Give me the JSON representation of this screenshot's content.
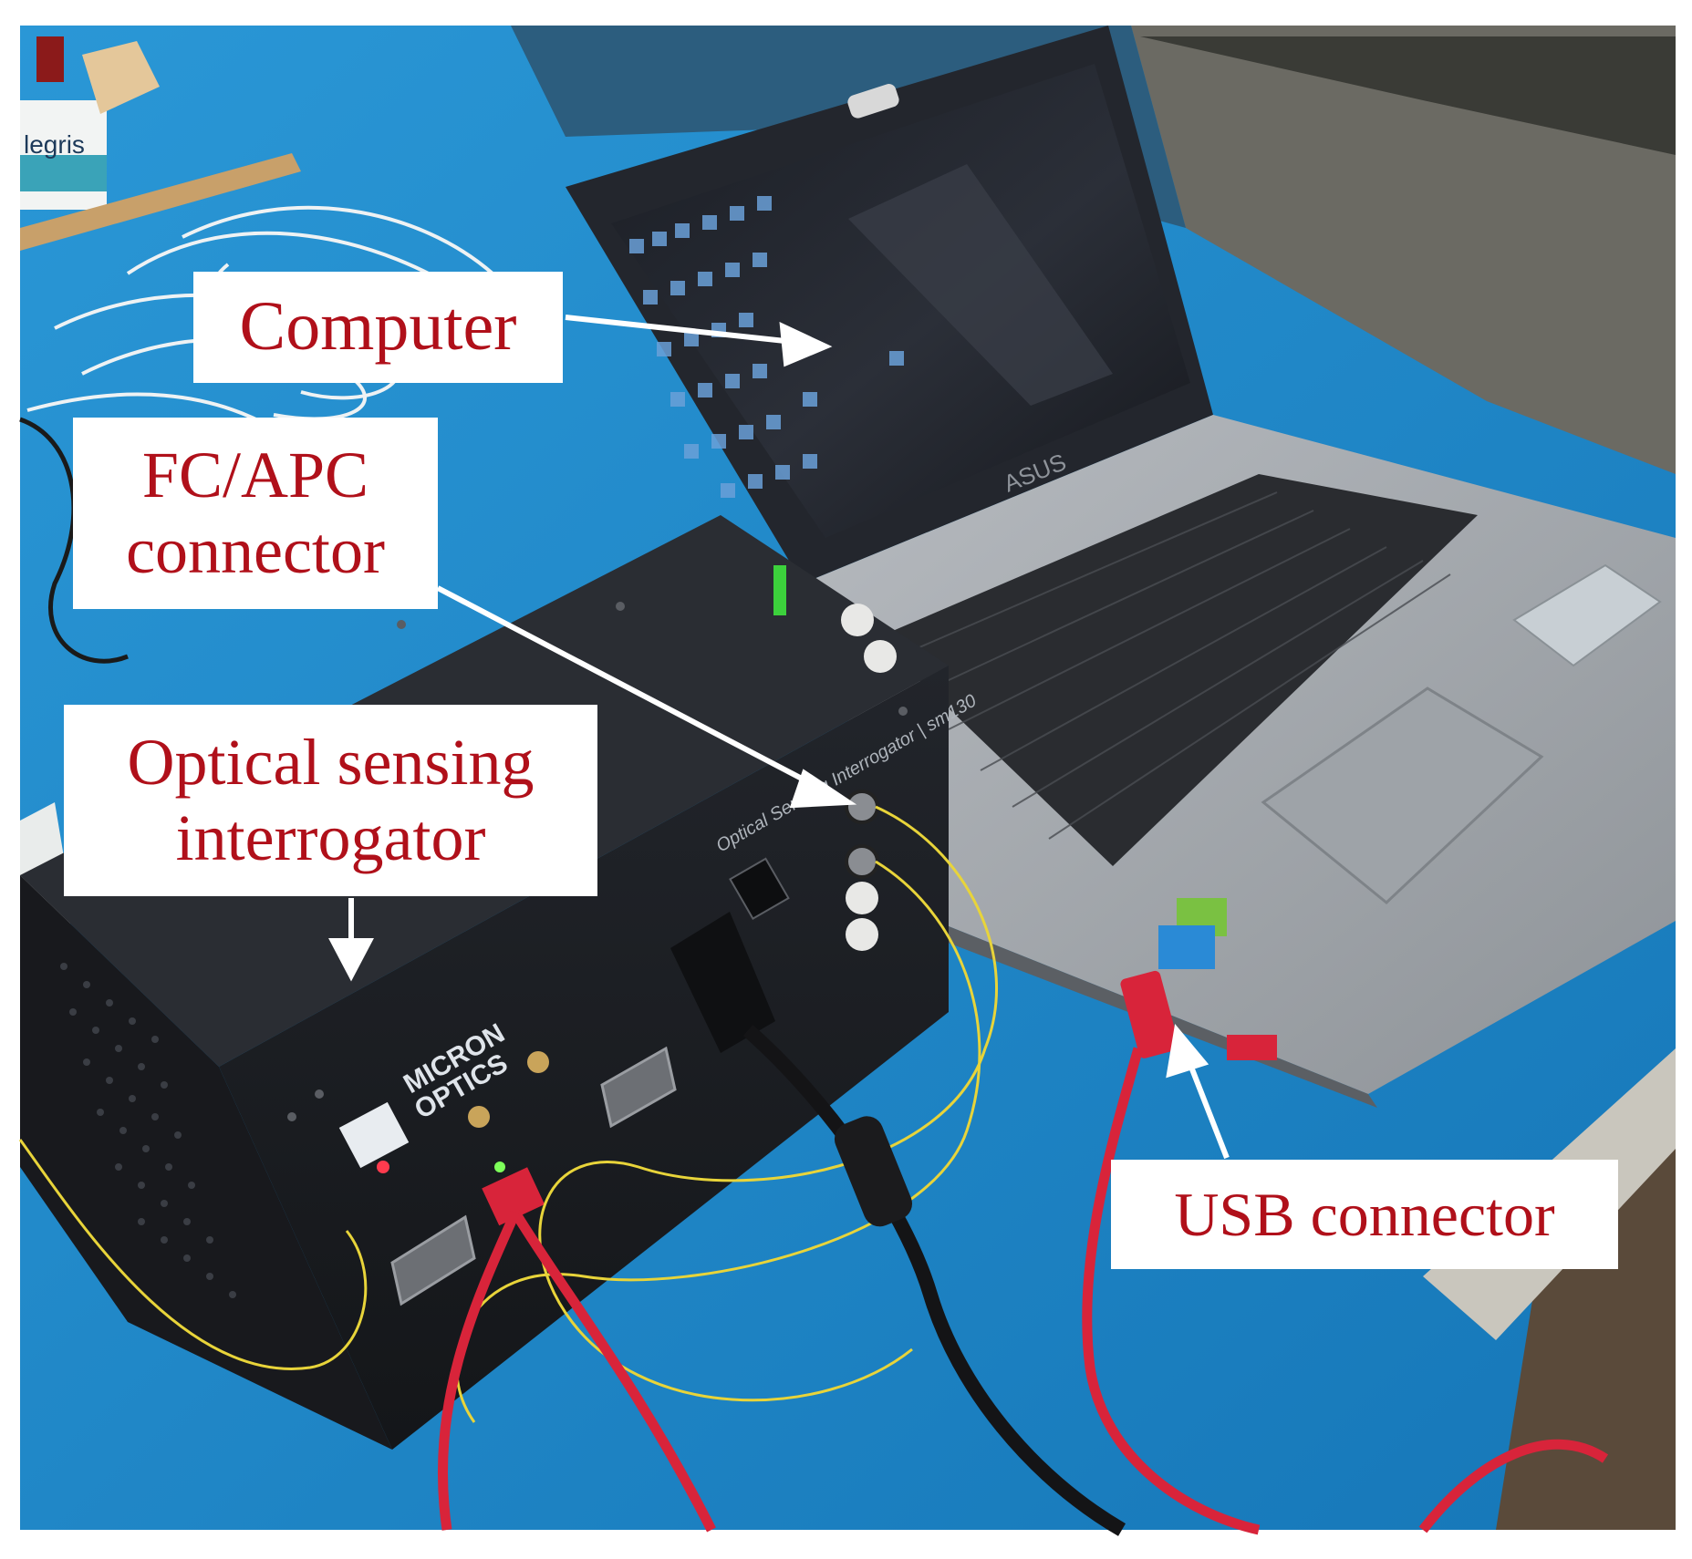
{
  "labels": {
    "computer": "Computer",
    "fc_apc_line1": "FC/APC",
    "fc_apc_line2": "connector",
    "osi_line1": "Optical sensing",
    "osi_line2": "interrogator",
    "usb": "USB connector"
  },
  "device_markings": {
    "brand_line1": "MICRON",
    "brand_line2": "OPTICS",
    "front_panel": "Optical Sensing Interrogator | sm130",
    "laptop_brand": "ASUS",
    "box_label": "legris"
  },
  "colors": {
    "label_text": "#b0101a",
    "table": "#1f8fd0",
    "interrogator": "#1a1c20",
    "laptop": "#9da2a8",
    "usb_cable": "#d8243a",
    "fiber": "#e8d43a"
  }
}
